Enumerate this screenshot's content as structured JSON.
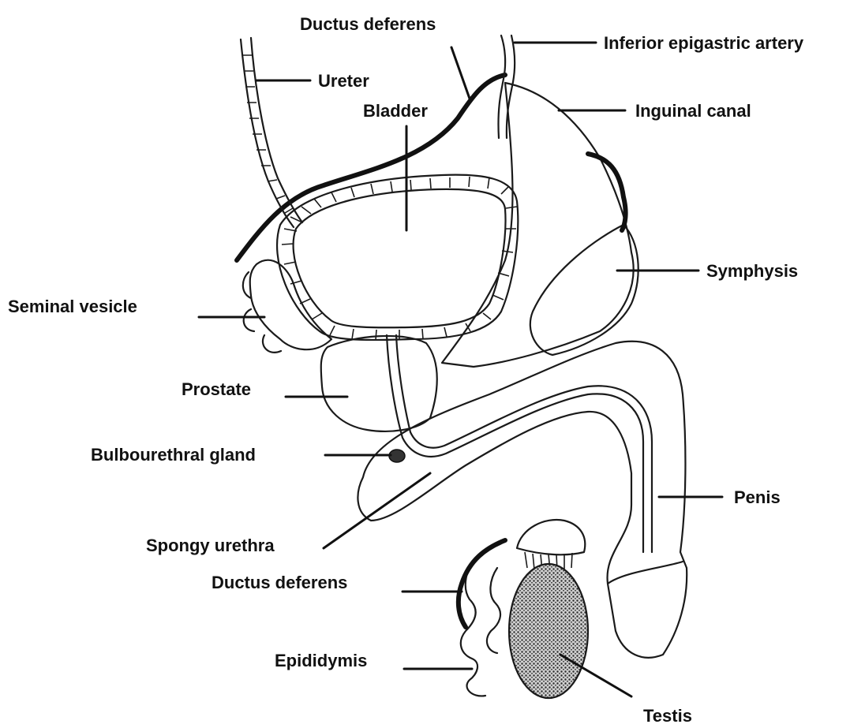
{
  "labels": {
    "ductus_deferens_top": "Ductus deferens",
    "inferior_epigastric_artery": "Inferior epigastric artery",
    "ureter": "Ureter",
    "bladder": "Bladder",
    "inguinal_canal": "Inguinal canal",
    "symphysis": "Symphysis",
    "seminal_vesicle": "Seminal vesicle",
    "prostate": "Prostate",
    "bulbourethral_gland": "Bulbourethral gland",
    "penis": "Penis",
    "spongy_urethra": "Spongy urethra",
    "ductus_deferens_bottom": "Ductus deferens",
    "epididymis": "Epididymis",
    "testis": "Testis"
  },
  "colors": {
    "ink": "#111111",
    "background": "#ffffff",
    "stipple": "#6a6a6a",
    "dark_tissue": "#2a2a2a"
  }
}
